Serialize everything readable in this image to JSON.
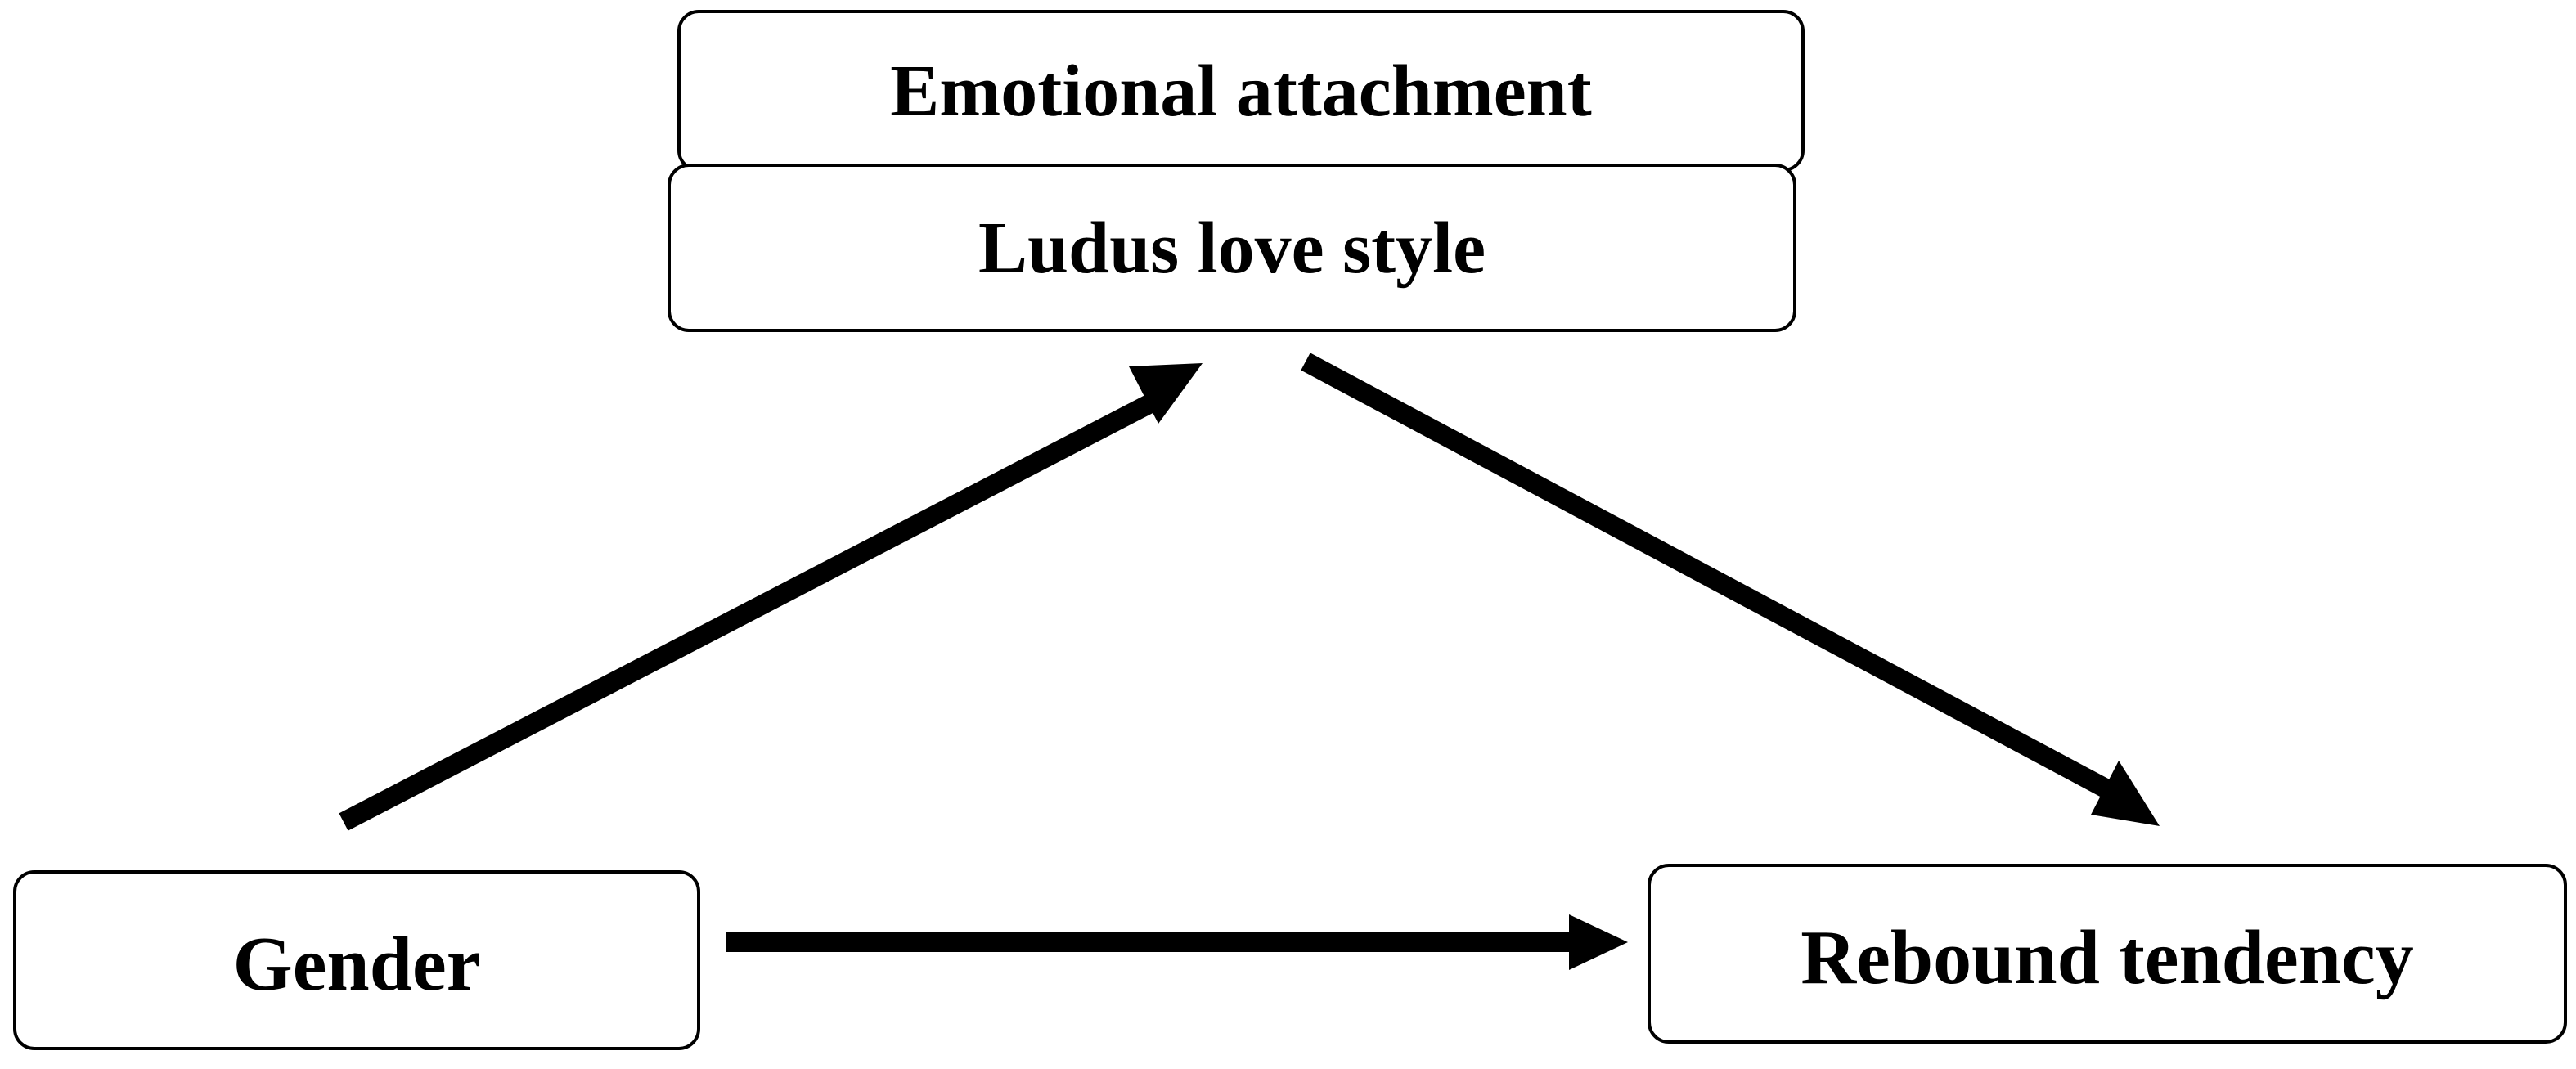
{
  "diagram": {
    "nodes": {
      "emotional_attachment": "Emotional attachment",
      "ludus_love_style": "Ludus love style",
      "gender": "Gender",
      "rebound_tendency": "Rebound tendency"
    },
    "edges": [
      {
        "from": "gender",
        "to": "mediators"
      },
      {
        "from": "mediators",
        "to": "rebound_tendency"
      },
      {
        "from": "gender",
        "to": "rebound_tendency"
      }
    ]
  },
  "colors": {
    "stroke": "#000000",
    "background": "#ffffff"
  }
}
